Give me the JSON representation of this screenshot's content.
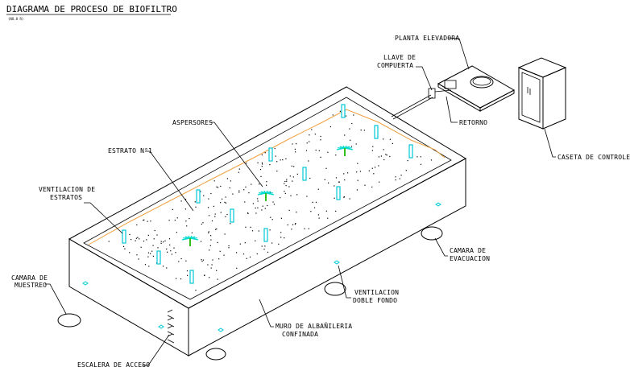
{
  "title": "DIAGRAMA DE PROCESO DE BIOFILTRO",
  "subtitle": "(NO.8 R)",
  "labels": {
    "planta_elevadora": "PLANTA ELEVADORA",
    "llave_line1": "LLAVE DE",
    "llave_line2": "COMPUERTA",
    "retorno": "RETORNO",
    "caseta": "CASETA DE CONTROLES",
    "aspersores": "ASPERSORES",
    "estrato": "ESTRATO N°1",
    "ventilacion_estratos_line1": "VENTILACION DE",
    "ventilacion_estratos_line2": "ESTRATOS",
    "camara_muestreo_line1": "CAMARA DE",
    "camara_muestreo_line2": "MUESTREO",
    "camara_evacuacion_line1": "CAMARA DE",
    "camara_evacuacion_line2": "EVACUACION",
    "ventilacion_doble_line1": "VENTILACION",
    "ventilacion_doble_line2": "DOBLE FONDO",
    "muro_line1": "MURO DE ALBAÑILERIA",
    "muro_line2": "CONFINADA",
    "escalera": "ESCALERA DE ACCESO"
  },
  "colors": {
    "line": "#000000",
    "gravel_edge": "#f0a040",
    "vent_pipe": "#00c8d8",
    "sprinkler": "#00d8d0",
    "sprinkler_core": "#30c020"
  }
}
